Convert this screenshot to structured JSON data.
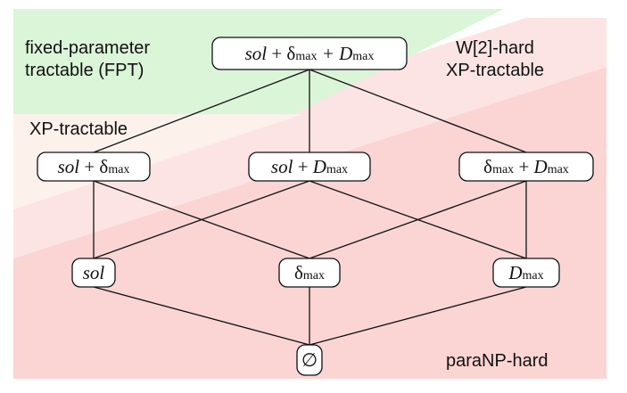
{
  "colors": {
    "fpt_region": "#dbf5d8",
    "xp_region": "#fdf1ec",
    "w2_region": "#fde4e4",
    "paranp_region": "#fbd4d4",
    "node_border": "#111111"
  },
  "regions": {
    "fpt": {
      "line1": "fixed-parameter",
      "line2": "tractable (FPT)"
    },
    "xp": {
      "label": "XP-tractable"
    },
    "w2": {
      "line1": "W[2]-hard",
      "line2": "XP-tractable"
    },
    "paranp": {
      "label": "paraNP-hard"
    }
  },
  "nodes": [
    {
      "id": "top",
      "parts": [
        [
          "sol",
          "it"
        ],
        [
          " + δ",
          ""
        ],
        [
          "max",
          "sub"
        ],
        [
          " + D",
          "it"
        ],
        [
          "max",
          "sub"
        ]
      ]
    },
    {
      "id": "sol-delta",
      "parts": [
        [
          "sol",
          "it"
        ],
        [
          " + δ",
          ""
        ],
        [
          "max",
          "sub"
        ]
      ]
    },
    {
      "id": "sol-D",
      "parts": [
        [
          "sol",
          "it"
        ],
        [
          " + ",
          ""
        ],
        [
          "D",
          "it"
        ],
        [
          "max",
          "sub"
        ]
      ]
    },
    {
      "id": "delta-D",
      "parts": [
        [
          "δ",
          ""
        ],
        [
          "max",
          "sub"
        ],
        [
          " + ",
          ""
        ],
        [
          "D",
          "it"
        ],
        [
          "max",
          "sub"
        ]
      ]
    },
    {
      "id": "sol",
      "parts": [
        [
          "sol",
          "it"
        ]
      ]
    },
    {
      "id": "delta",
      "parts": [
        [
          "δ",
          ""
        ],
        [
          "max",
          "sub"
        ]
      ]
    },
    {
      "id": "D",
      "parts": [
        [
          "D",
          "it"
        ],
        [
          "max",
          "sub"
        ]
      ]
    },
    {
      "id": "empty",
      "parts": [
        [
          "∅",
          ""
        ]
      ]
    }
  ],
  "edges": [
    [
      "top",
      "sol-delta"
    ],
    [
      "top",
      "sol-D"
    ],
    [
      "top",
      "delta-D"
    ],
    [
      "sol-delta",
      "sol"
    ],
    [
      "sol-delta",
      "delta"
    ],
    [
      "sol-D",
      "sol"
    ],
    [
      "sol-D",
      "D"
    ],
    [
      "delta-D",
      "delta"
    ],
    [
      "delta-D",
      "D"
    ],
    [
      "sol",
      "empty"
    ],
    [
      "delta",
      "empty"
    ],
    [
      "D",
      "empty"
    ]
  ]
}
